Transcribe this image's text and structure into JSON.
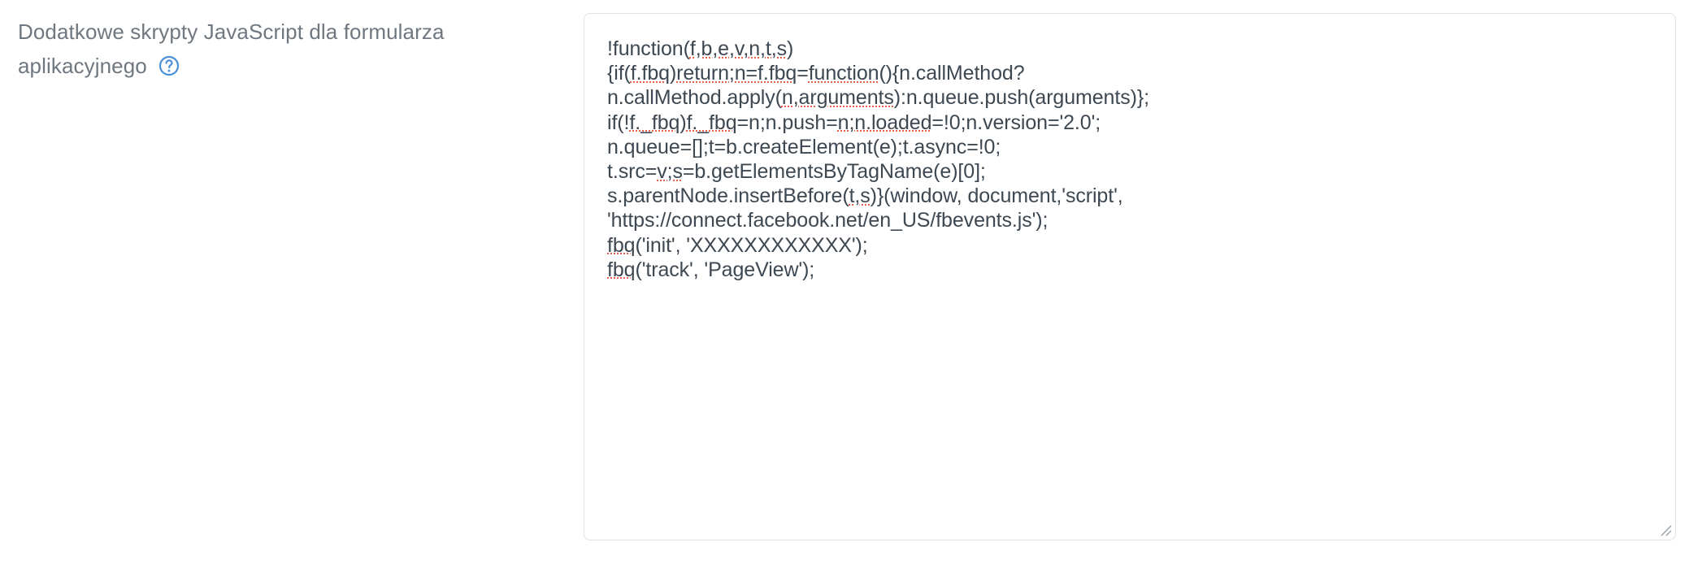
{
  "field": {
    "label": "Dodatkowe skrypty JavaScript dla formularza aplikacyjnego",
    "help_icon": "question-mark-circle-icon",
    "help_icon_color": "#4a90d9"
  },
  "textarea": {
    "name": "additional-javascript-scripts",
    "placeholder": "",
    "text_color": "#3d4852",
    "border_color": "#dfe1e3",
    "spellcheck_underline_color": "#e8604c",
    "resize_handle": "resize-grip-icon",
    "lines": [
      "!function(f,b,e,v,n,t,s)",
      "{if(f.fbq)return;n=f.fbq=function(){n.callMethod?",
      "n.callMethod.apply(n,arguments):n.queue.push(arguments)};",
      "if(!f._fbq)f._fbq=n;n.push=n;n.loaded=!0;n.version='2.0';",
      "n.queue=[];t=b.createElement(e);t.async=!0;",
      "t.src=v;s=b.getElementsByTagName(e)[0];",
      "s.parentNode.insertBefore(t,s)}(window, document,'script',",
      "'https://connect.facebook.net/en_US/fbevents.js');",
      "fbq('init', 'XXXXXXXXXXXX');",
      "fbq('track', 'PageView');"
    ],
    "value": "!function(f,b,e,v,n,t,s)\n{if(f.fbq)return;n=f.fbq=function(){n.callMethod?\nn.callMethod.apply(n,arguments):n.queue.push(arguments)};\nif(!f._fbq)f._fbq=n;n.push=n;n.loaded=!0;n.version='2.0';\nn.queue=[];t=b.createElement(e);t.async=!0;\nt.src=v;s=b.getElementsByTagName(e)[0];\ns.parentNode.insertBefore(t,s)}(window, document,'script',\n'https://connect.facebook.net/en_US/fbevents.js');\nfbq('init', 'XXXXXXXXXXXX');\nfbq('track', 'PageView');"
  }
}
